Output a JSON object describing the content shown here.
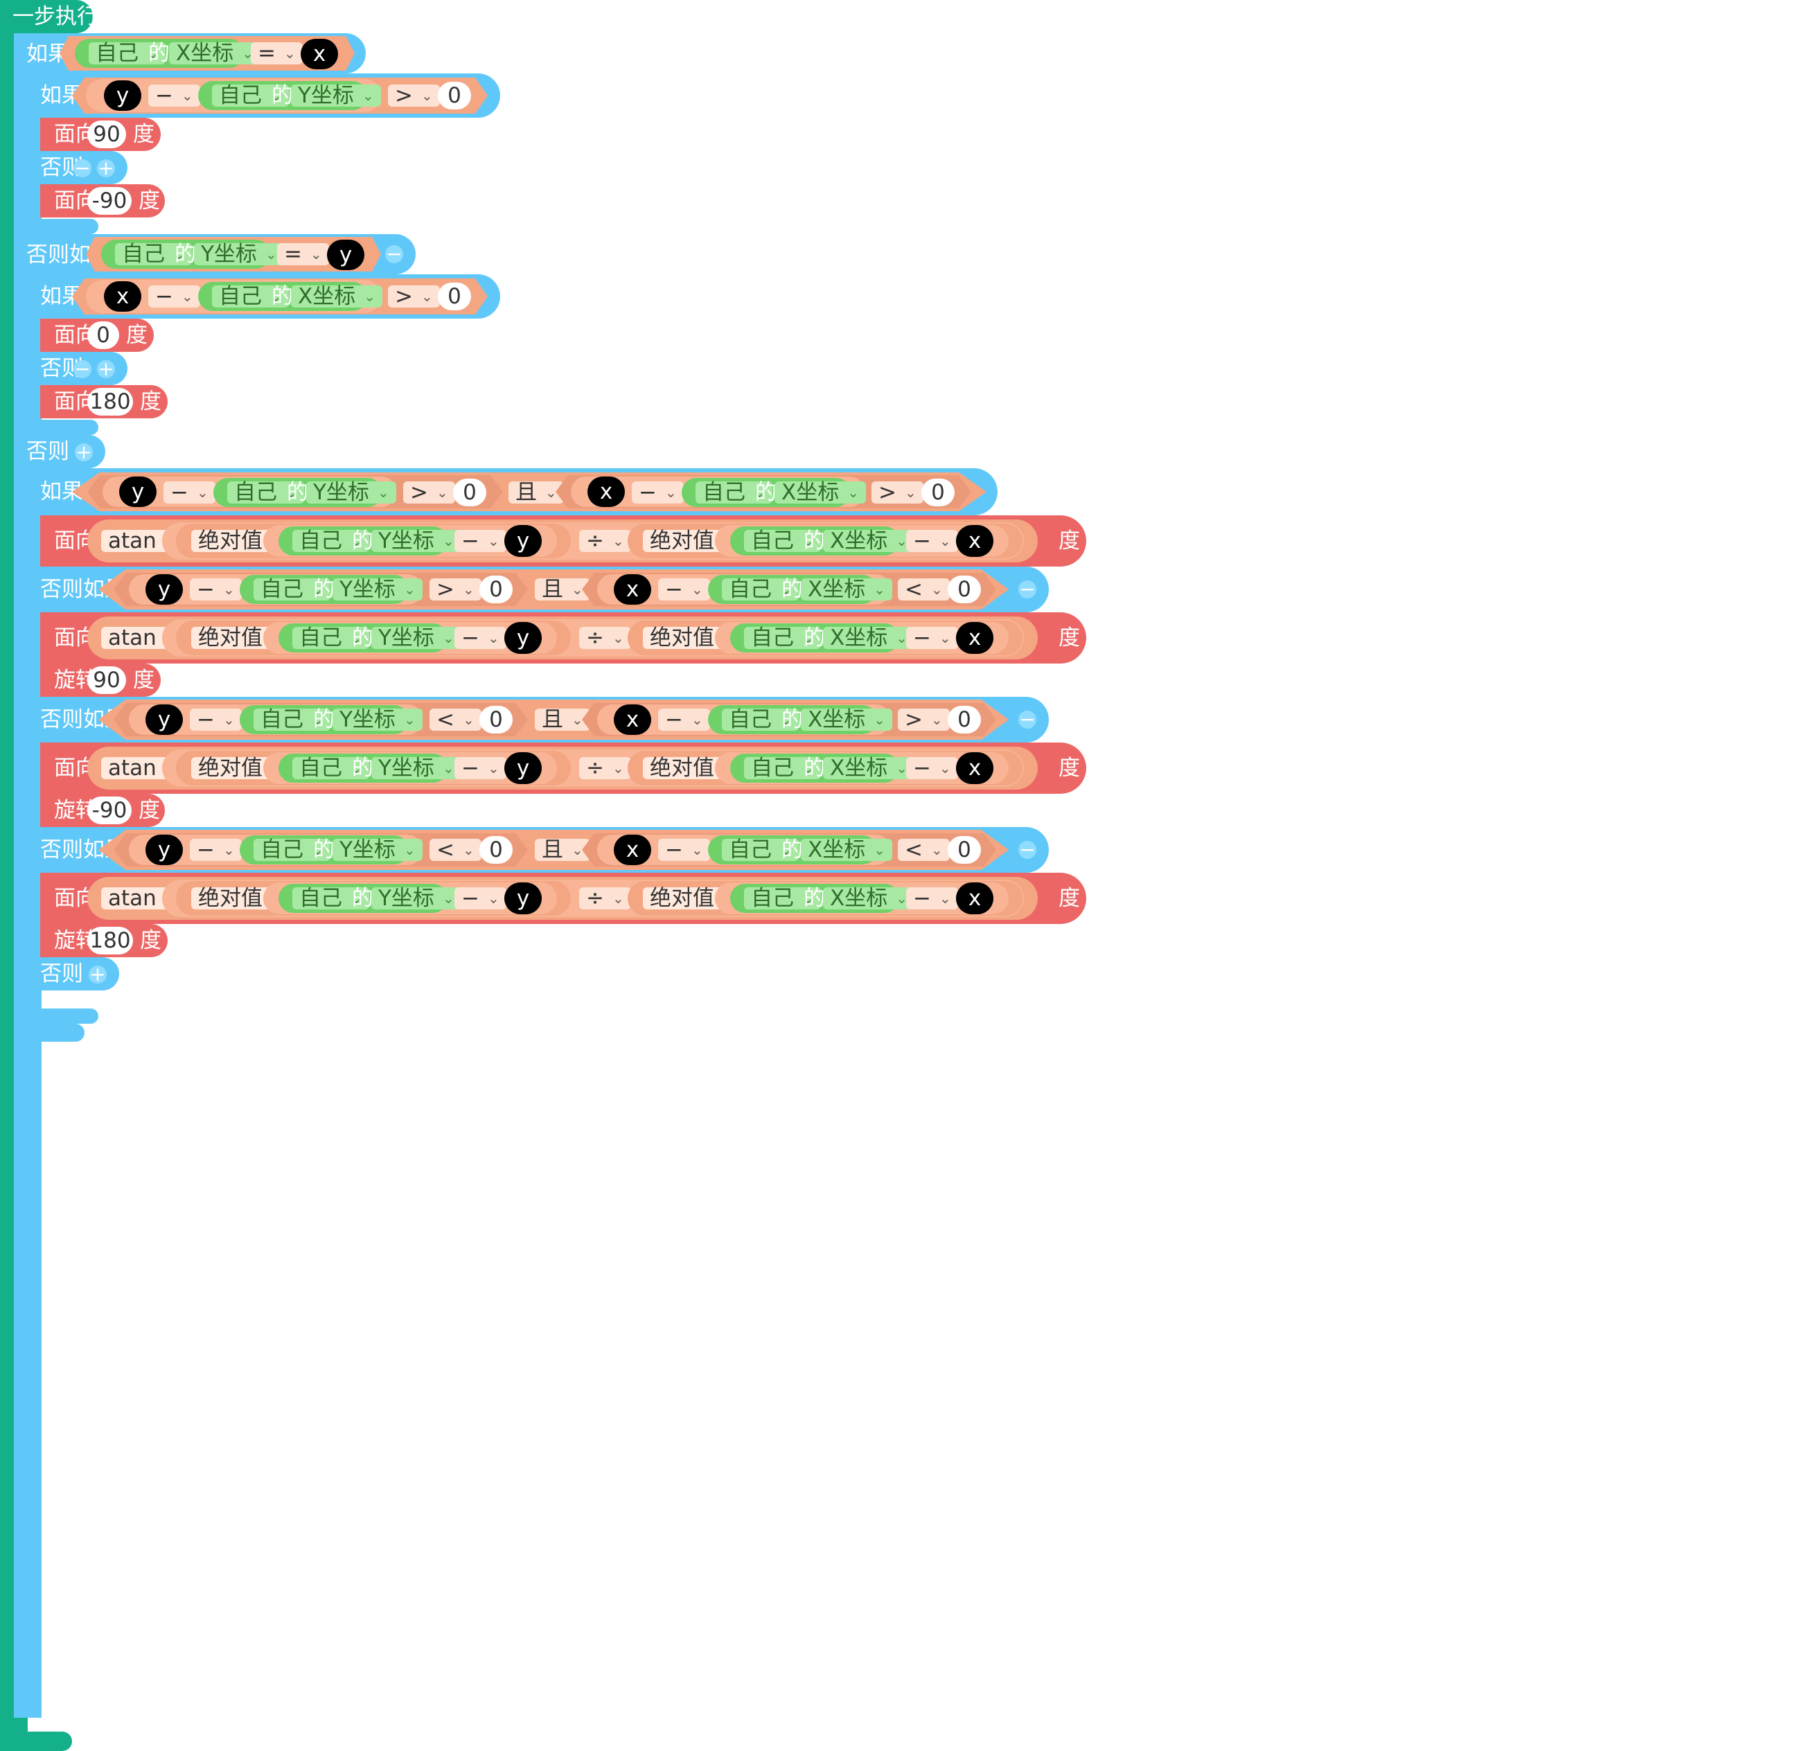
{
  "labels": {
    "event": "一步执行",
    "if": "如果",
    "else": "否则",
    "else_if": "否则如果",
    "face": "面向",
    "rotate": "旋转",
    "degree": "度",
    "self": "自己",
    "of": "的",
    "x_coord": "X坐标",
    "y_coord": "Y坐标",
    "atan": "atan",
    "abs": "绝对值",
    "and": "且",
    "op_eq": "=",
    "op_minus": "−",
    "op_gt": ">",
    "op_lt": "<",
    "op_div": "÷",
    "minus_btn": "−",
    "plus_btn": "+"
  },
  "vars": {
    "x": "x",
    "y": "y"
  },
  "numbers": {
    "zero": "0",
    "face_up": "90",
    "face_down": "-90",
    "face_right": "0",
    "face_left": "180",
    "rot_90": "90",
    "rot_neg90": "-90",
    "rot_180": "180"
  },
  "colors": {
    "event": "#14b08a",
    "control": "#60c8f8",
    "action": "#ec6666",
    "operator": "#f4a582",
    "sensor": "#6fd168",
    "variable": "#000000"
  }
}
